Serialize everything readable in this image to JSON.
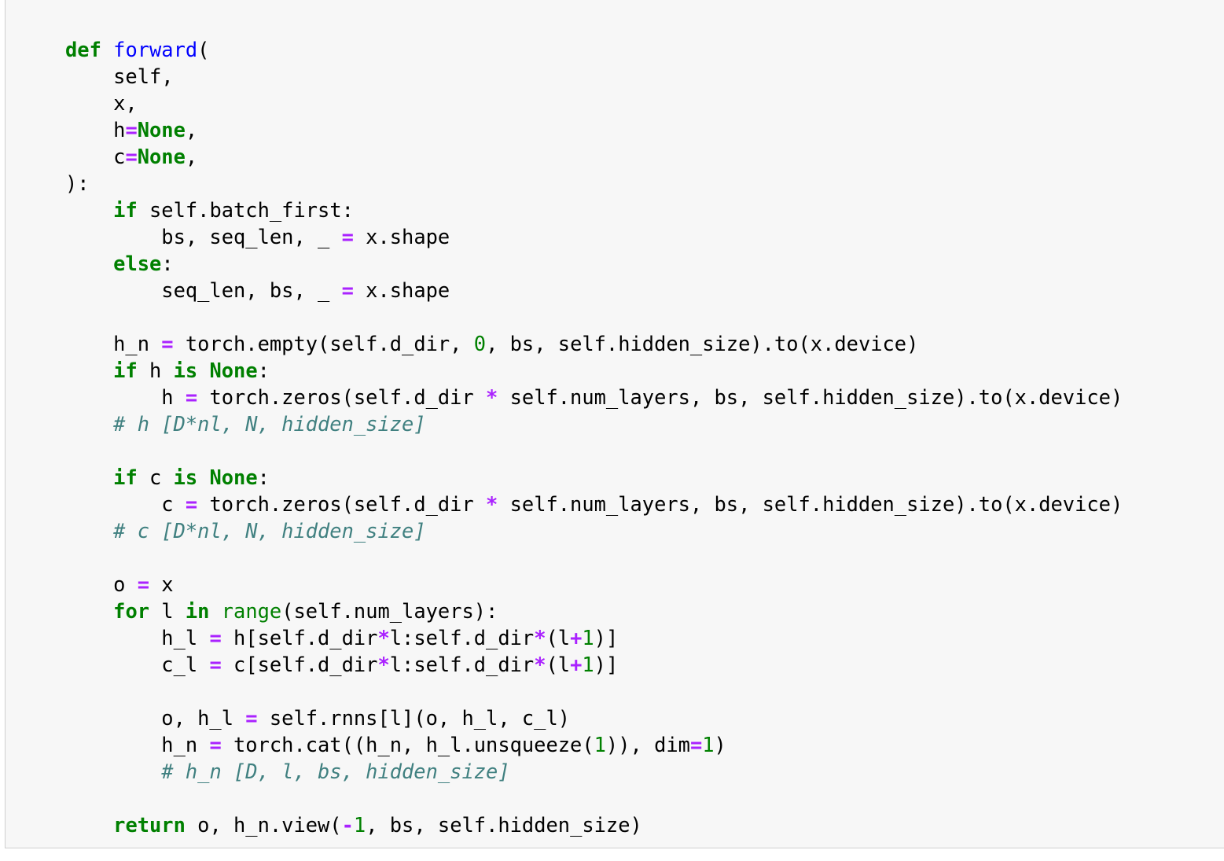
{
  "cell": {
    "type": "code",
    "language": "python",
    "lines": [
      [
        {
          "t": "kw",
          "v": "def"
        },
        {
          "t": "tx",
          "v": " "
        },
        {
          "t": "fn",
          "v": "forward"
        },
        {
          "t": "tx",
          "v": "("
        }
      ],
      [
        {
          "t": "tx",
          "v": "    self,"
        }
      ],
      [
        {
          "t": "tx",
          "v": "    x,"
        }
      ],
      [
        {
          "t": "tx",
          "v": "    h"
        },
        {
          "t": "op",
          "v": "="
        },
        {
          "t": "kw",
          "v": "None"
        },
        {
          "t": "tx",
          "v": ","
        }
      ],
      [
        {
          "t": "tx",
          "v": "    c"
        },
        {
          "t": "op",
          "v": "="
        },
        {
          "t": "kw",
          "v": "None"
        },
        {
          "t": "tx",
          "v": ","
        }
      ],
      [
        {
          "t": "tx",
          "v": "):"
        }
      ],
      [
        {
          "t": "tx",
          "v": "    "
        },
        {
          "t": "kw",
          "v": "if"
        },
        {
          "t": "tx",
          "v": " self.batch_first:"
        }
      ],
      [
        {
          "t": "tx",
          "v": "        bs, seq_len, _ "
        },
        {
          "t": "op",
          "v": "="
        },
        {
          "t": "tx",
          "v": " x.shape"
        }
      ],
      [
        {
          "t": "tx",
          "v": "    "
        },
        {
          "t": "kw",
          "v": "else"
        },
        {
          "t": "tx",
          "v": ":"
        }
      ],
      [
        {
          "t": "tx",
          "v": "        seq_len, bs, _ "
        },
        {
          "t": "op",
          "v": "="
        },
        {
          "t": "tx",
          "v": " x.shape"
        }
      ],
      [],
      [
        {
          "t": "tx",
          "v": "    h_n "
        },
        {
          "t": "op",
          "v": "="
        },
        {
          "t": "tx",
          "v": " torch.empty(self.d_dir, "
        },
        {
          "t": "num",
          "v": "0"
        },
        {
          "t": "tx",
          "v": ", bs, self.hidden_size).to(x.device)"
        }
      ],
      [
        {
          "t": "tx",
          "v": "    "
        },
        {
          "t": "kw",
          "v": "if"
        },
        {
          "t": "tx",
          "v": " h "
        },
        {
          "t": "kw",
          "v": "is"
        },
        {
          "t": "tx",
          "v": " "
        },
        {
          "t": "kw",
          "v": "None"
        },
        {
          "t": "tx",
          "v": ":"
        }
      ],
      [
        {
          "t": "tx",
          "v": "        h "
        },
        {
          "t": "op",
          "v": "="
        },
        {
          "t": "tx",
          "v": " torch.zeros(self.d_dir "
        },
        {
          "t": "op",
          "v": "*"
        },
        {
          "t": "tx",
          "v": " self.num_layers, bs, self.hidden_size).to(x.device)"
        }
      ],
      [
        {
          "t": "tx",
          "v": "    "
        },
        {
          "t": "cm",
          "v": "# h [D*nl, N, hidden_size]"
        }
      ],
      [],
      [
        {
          "t": "tx",
          "v": "    "
        },
        {
          "t": "kw",
          "v": "if"
        },
        {
          "t": "tx",
          "v": " c "
        },
        {
          "t": "kw",
          "v": "is"
        },
        {
          "t": "tx",
          "v": " "
        },
        {
          "t": "kw",
          "v": "None"
        },
        {
          "t": "tx",
          "v": ":"
        }
      ],
      [
        {
          "t": "tx",
          "v": "        c "
        },
        {
          "t": "op",
          "v": "="
        },
        {
          "t": "tx",
          "v": " torch.zeros(self.d_dir "
        },
        {
          "t": "op",
          "v": "*"
        },
        {
          "t": "tx",
          "v": " self.num_layers, bs, self.hidden_size).to(x.device)"
        }
      ],
      [
        {
          "t": "tx",
          "v": "    "
        },
        {
          "t": "cm",
          "v": "# c [D*nl, N, hidden_size]"
        }
      ],
      [],
      [
        {
          "t": "tx",
          "v": "    o "
        },
        {
          "t": "op",
          "v": "="
        },
        {
          "t": "tx",
          "v": " x"
        }
      ],
      [
        {
          "t": "tx",
          "v": "    "
        },
        {
          "t": "kw",
          "v": "for"
        },
        {
          "t": "tx",
          "v": " l "
        },
        {
          "t": "kw",
          "v": "in"
        },
        {
          "t": "tx",
          "v": " "
        },
        {
          "t": "bi",
          "v": "range"
        },
        {
          "t": "tx",
          "v": "(self.num_layers):"
        }
      ],
      [
        {
          "t": "tx",
          "v": "        h_l "
        },
        {
          "t": "op",
          "v": "="
        },
        {
          "t": "tx",
          "v": " h[self.d_dir"
        },
        {
          "t": "op",
          "v": "*"
        },
        {
          "t": "tx",
          "v": "l:self.d_dir"
        },
        {
          "t": "op",
          "v": "*"
        },
        {
          "t": "tx",
          "v": "(l"
        },
        {
          "t": "op",
          "v": "+"
        },
        {
          "t": "num",
          "v": "1"
        },
        {
          "t": "tx",
          "v": ")]"
        }
      ],
      [
        {
          "t": "tx",
          "v": "        c_l "
        },
        {
          "t": "op",
          "v": "="
        },
        {
          "t": "tx",
          "v": " c[self.d_dir"
        },
        {
          "t": "op",
          "v": "*"
        },
        {
          "t": "tx",
          "v": "l:self.d_dir"
        },
        {
          "t": "op",
          "v": "*"
        },
        {
          "t": "tx",
          "v": "(l"
        },
        {
          "t": "op",
          "v": "+"
        },
        {
          "t": "num",
          "v": "1"
        },
        {
          "t": "tx",
          "v": ")]"
        }
      ],
      [],
      [
        {
          "t": "tx",
          "v": "        o, h_l "
        },
        {
          "t": "op",
          "v": "="
        },
        {
          "t": "tx",
          "v": " self.rnns[l](o, h_l, c_l)"
        }
      ],
      [
        {
          "t": "tx",
          "v": "        h_n "
        },
        {
          "t": "op",
          "v": "="
        },
        {
          "t": "tx",
          "v": " torch.cat((h_n, h_l.unsqueeze("
        },
        {
          "t": "num",
          "v": "1"
        },
        {
          "t": "tx",
          "v": ")), dim"
        },
        {
          "t": "op",
          "v": "="
        },
        {
          "t": "num",
          "v": "1"
        },
        {
          "t": "tx",
          "v": ")"
        }
      ],
      [
        {
          "t": "tx",
          "v": "        "
        },
        {
          "t": "cm",
          "v": "# h_n [D, l, bs, hidden_size]"
        }
      ],
      [],
      [
        {
          "t": "tx",
          "v": "    "
        },
        {
          "t": "kw",
          "v": "return"
        },
        {
          "t": "tx",
          "v": " o, h_n.view("
        },
        {
          "t": "op",
          "v": "-"
        },
        {
          "t": "num",
          "v": "1"
        },
        {
          "t": "tx",
          "v": ", bs, self.hidden_size)"
        }
      ]
    ]
  },
  "colors": {
    "keyword": "#008000",
    "function_name": "#0000ff",
    "operator": "#aa22ff",
    "number": "#008000",
    "builtin": "#008000",
    "comment": "#408080",
    "text": "#000000",
    "cell_background": "#f7f7f7",
    "cell_border": "#cfcfcf"
  }
}
